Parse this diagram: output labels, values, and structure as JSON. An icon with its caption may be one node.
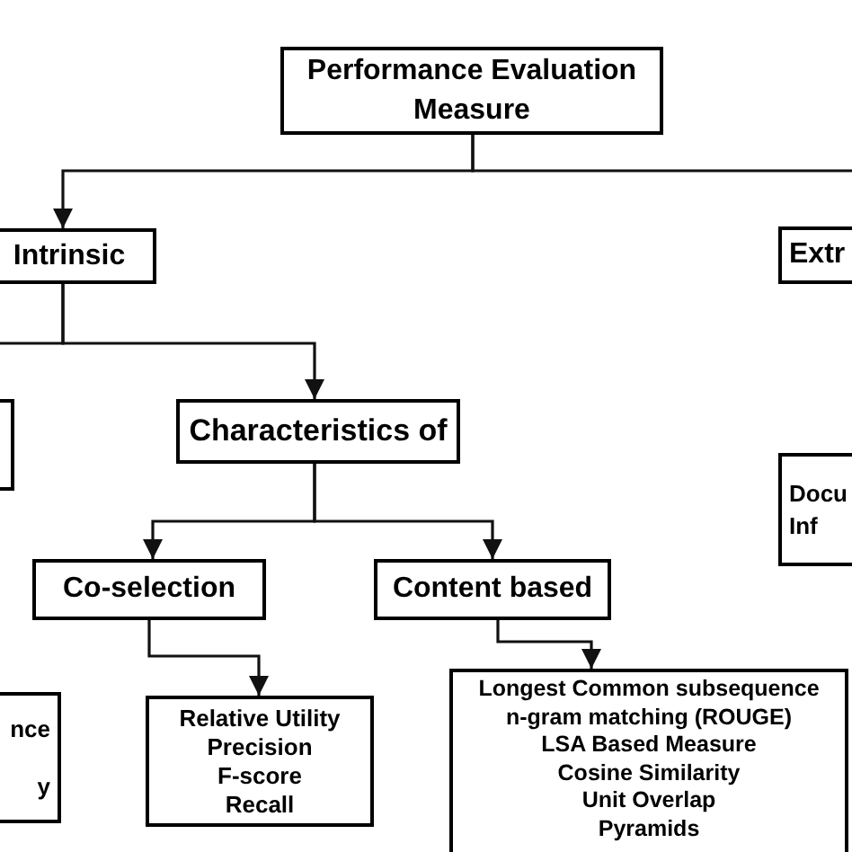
{
  "diagram": {
    "nodes": [
      {
        "text": [
          "Performance Evaluation Measure"
        ]
      },
      {
        "text": [
          "Intrinsic"
        ]
      },
      {
        "text": [
          "Extr"
        ]
      },
      {
        "text": [],
        "shape": "box"
      },
      {
        "text": [
          "Characteristics of"
        ]
      },
      {
        "text": [
          "Docu",
          "Inf"
        ]
      },
      {
        "text": [
          "Co-selection"
        ]
      },
      {
        "text": [
          "Content based"
        ]
      },
      {
        "text": [
          "nce",
          "y"
        ]
      },
      {
        "text": [
          "Relative Utility",
          "Precision",
          "F-score",
          "Recall"
        ]
      },
      {
        "text": [
          "Longest Common subsequence",
          "n-gram matching (ROUGE)",
          "LSA Based Measure",
          "Cosine Similarity",
          "Unit Overlap",
          "Pyramids"
        ]
      }
    ],
    "edges": [
      {
        "from": 0,
        "to": 1,
        "arrow": "to"
      },
      {
        "from": 0,
        "to": 2,
        "arrow": "to"
      },
      {
        "from": 1,
        "to": 3,
        "arrow": "to"
      },
      {
        "from": 1,
        "to": 4,
        "arrow": "to"
      },
      {
        "from": 4,
        "to": 6,
        "arrow": "to"
      },
      {
        "from": 4,
        "to": 7,
        "arrow": "to"
      },
      {
        "from": 6,
        "to": 9,
        "arrow": "to"
      },
      {
        "from": 7,
        "to": 10,
        "arrow": "to"
      }
    ]
  }
}
